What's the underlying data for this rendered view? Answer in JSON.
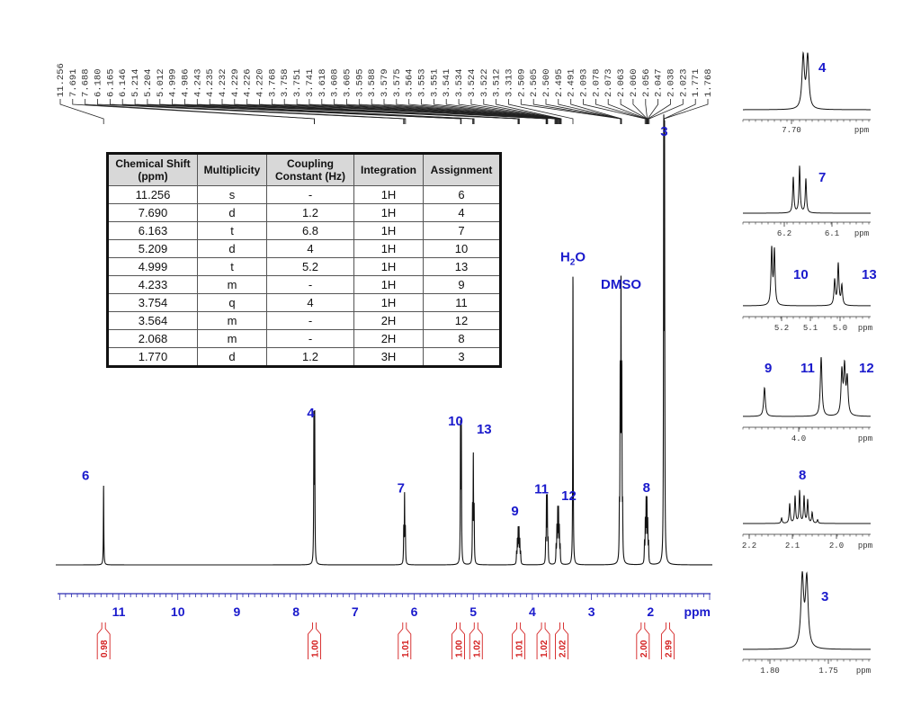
{
  "chart_data": {
    "type": "line",
    "title": "1H NMR spectrum",
    "xlabel": "ppm",
    "ylabel": "",
    "x_axis": {
      "reversed": true,
      "ticks": [
        11,
        10,
        9,
        8,
        7,
        6,
        5,
        4,
        3,
        2
      ],
      "unit_label": "ppm",
      "range": [
        12.0,
        1.0
      ]
    },
    "peak_list": [
      "11.256",
      "7.691",
      "7.688",
      "6.180",
      "6.165",
      "6.146",
      "5.214",
      "5.204",
      "5.012",
      "4.999",
      "4.986",
      "4.243",
      "4.235",
      "4.232",
      "4.229",
      "4.226",
      "4.220",
      "3.768",
      "3.758",
      "3.751",
      "3.741",
      "3.618",
      "3.608",
      "3.605",
      "3.595",
      "3.588",
      "3.579",
      "3.575",
      "3.564",
      "3.553",
      "3.551",
      "3.541",
      "3.534",
      "3.524",
      "3.522",
      "3.512",
      "3.313",
      "2.509",
      "2.505",
      "2.500",
      "2.495",
      "2.491",
      "2.093",
      "2.078",
      "2.073",
      "2.063",
      "2.060",
      "2.056",
      "2.047",
      "2.038",
      "2.023",
      "1.771",
      "1.768"
    ],
    "peaks": [
      {
        "label": "6",
        "ppm": 11.256,
        "height": 0.19,
        "pattern": "s"
      },
      {
        "label": "4",
        "ppm": 7.69,
        "height": 0.34,
        "pattern": "d"
      },
      {
        "label": "7",
        "ppm": 6.163,
        "height": 0.16,
        "pattern": "t"
      },
      {
        "label": "10",
        "ppm": 5.209,
        "height": 0.32,
        "pattern": "d"
      },
      {
        "label": "13",
        "ppm": 4.999,
        "height": 0.25,
        "pattern": "t"
      },
      {
        "label": "9",
        "ppm": 4.233,
        "height": 0.08,
        "pattern": "m"
      },
      {
        "label": "11",
        "ppm": 3.754,
        "height": 0.15,
        "pattern": "q"
      },
      {
        "label": "12",
        "ppm": 3.564,
        "height": 0.12,
        "pattern": "m"
      },
      {
        "label": "H₂O",
        "ppm": 3.313,
        "height": 0.7,
        "pattern": "s"
      },
      {
        "label": "DMSO",
        "ppm": 2.5,
        "height": 0.63,
        "pattern": "quintet"
      },
      {
        "label": "8",
        "ppm": 2.068,
        "height": 0.14,
        "pattern": "m"
      },
      {
        "label": "3",
        "ppm": 1.77,
        "height": 1.0,
        "pattern": "d"
      }
    ],
    "integrals": [
      {
        "ppm": 11.256,
        "value": "0.98"
      },
      {
        "ppm": 7.69,
        "value": "1.00"
      },
      {
        "ppm": 6.163,
        "value": "1.01"
      },
      {
        "ppm": 5.209,
        "value": "1.00"
      },
      {
        "ppm": 4.999,
        "value": "1.02"
      },
      {
        "ppm": 4.233,
        "value": "1.01"
      },
      {
        "ppm": 3.754,
        "value": "1.02"
      },
      {
        "ppm": 3.564,
        "value": "2.02"
      },
      {
        "ppm": 2.068,
        "value": "2.00"
      },
      {
        "ppm": 1.77,
        "value": "2.99"
      }
    ],
    "insets": [
      {
        "labels": [
          "4"
        ],
        "ticks": [
          "7.70"
        ],
        "unit": "ppm",
        "range": [
          7.73,
          7.65
        ]
      },
      {
        "labels": [
          "7"
        ],
        "ticks": [
          "6.2",
          "6.1"
        ],
        "unit": "ppm",
        "range": [
          6.25,
          6.08
        ]
      },
      {
        "labels": [
          "10",
          "13"
        ],
        "ticks": [
          "5.2",
          "5.1",
          "5.0"
        ],
        "unit": "ppm",
        "range": [
          5.28,
          4.94
        ]
      },
      {
        "labels": [
          "9",
          "11",
          "12"
        ],
        "ticks": [
          "4.0"
        ],
        "unit": "ppm",
        "range": [
          4.35,
          3.45
        ]
      },
      {
        "labels": [
          "8"
        ],
        "ticks": [
          "2.2",
          "2.1",
          "2.0"
        ],
        "unit": "ppm",
        "range": [
          2.2,
          1.95
        ]
      },
      {
        "labels": [
          "3"
        ],
        "ticks": [
          "1.80",
          "1.75"
        ],
        "unit": "ppm",
        "range": [
          1.82,
          1.72
        ]
      }
    ]
  },
  "table": {
    "headers": [
      "Chemical Shift (ppm)",
      "Multiplicity",
      "Coupling Constant (Hz)",
      "Integration",
      "Assignment"
    ],
    "header_lines": [
      [
        "Chemical Shift",
        "(ppm)"
      ],
      [
        "Multiplicity"
      ],
      [
        "Coupling",
        "Constant (Hz)"
      ],
      [
        "Integration"
      ],
      [
        "Assignment"
      ]
    ],
    "rows": [
      [
        "11.256",
        "s",
        "-",
        "1H",
        "6"
      ],
      [
        "7.690",
        "d",
        "1.2",
        "1H",
        "4"
      ],
      [
        "6.163",
        "t",
        "6.8",
        "1H",
        "7"
      ],
      [
        "5.209",
        "d",
        "4",
        "1H",
        "10"
      ],
      [
        "4.999",
        "t",
        "5.2",
        "1H",
        "13"
      ],
      [
        "4.233",
        "m",
        "-",
        "1H",
        "9"
      ],
      [
        "3.754",
        "q",
        "4",
        "1H",
        "11"
      ],
      [
        "3.564",
        "m",
        "-",
        "2H",
        "12"
      ],
      [
        "2.068",
        "m",
        "-",
        "2H",
        "8"
      ],
      [
        "1.770",
        "d",
        "1.2",
        "3H",
        "3"
      ]
    ]
  },
  "colors": {
    "spectrum": "#111111",
    "axis": "#2b2bb0",
    "assignment_label": "#1a1acc",
    "integral": "#d42020",
    "table_header_bg": "#d8d8d8"
  }
}
